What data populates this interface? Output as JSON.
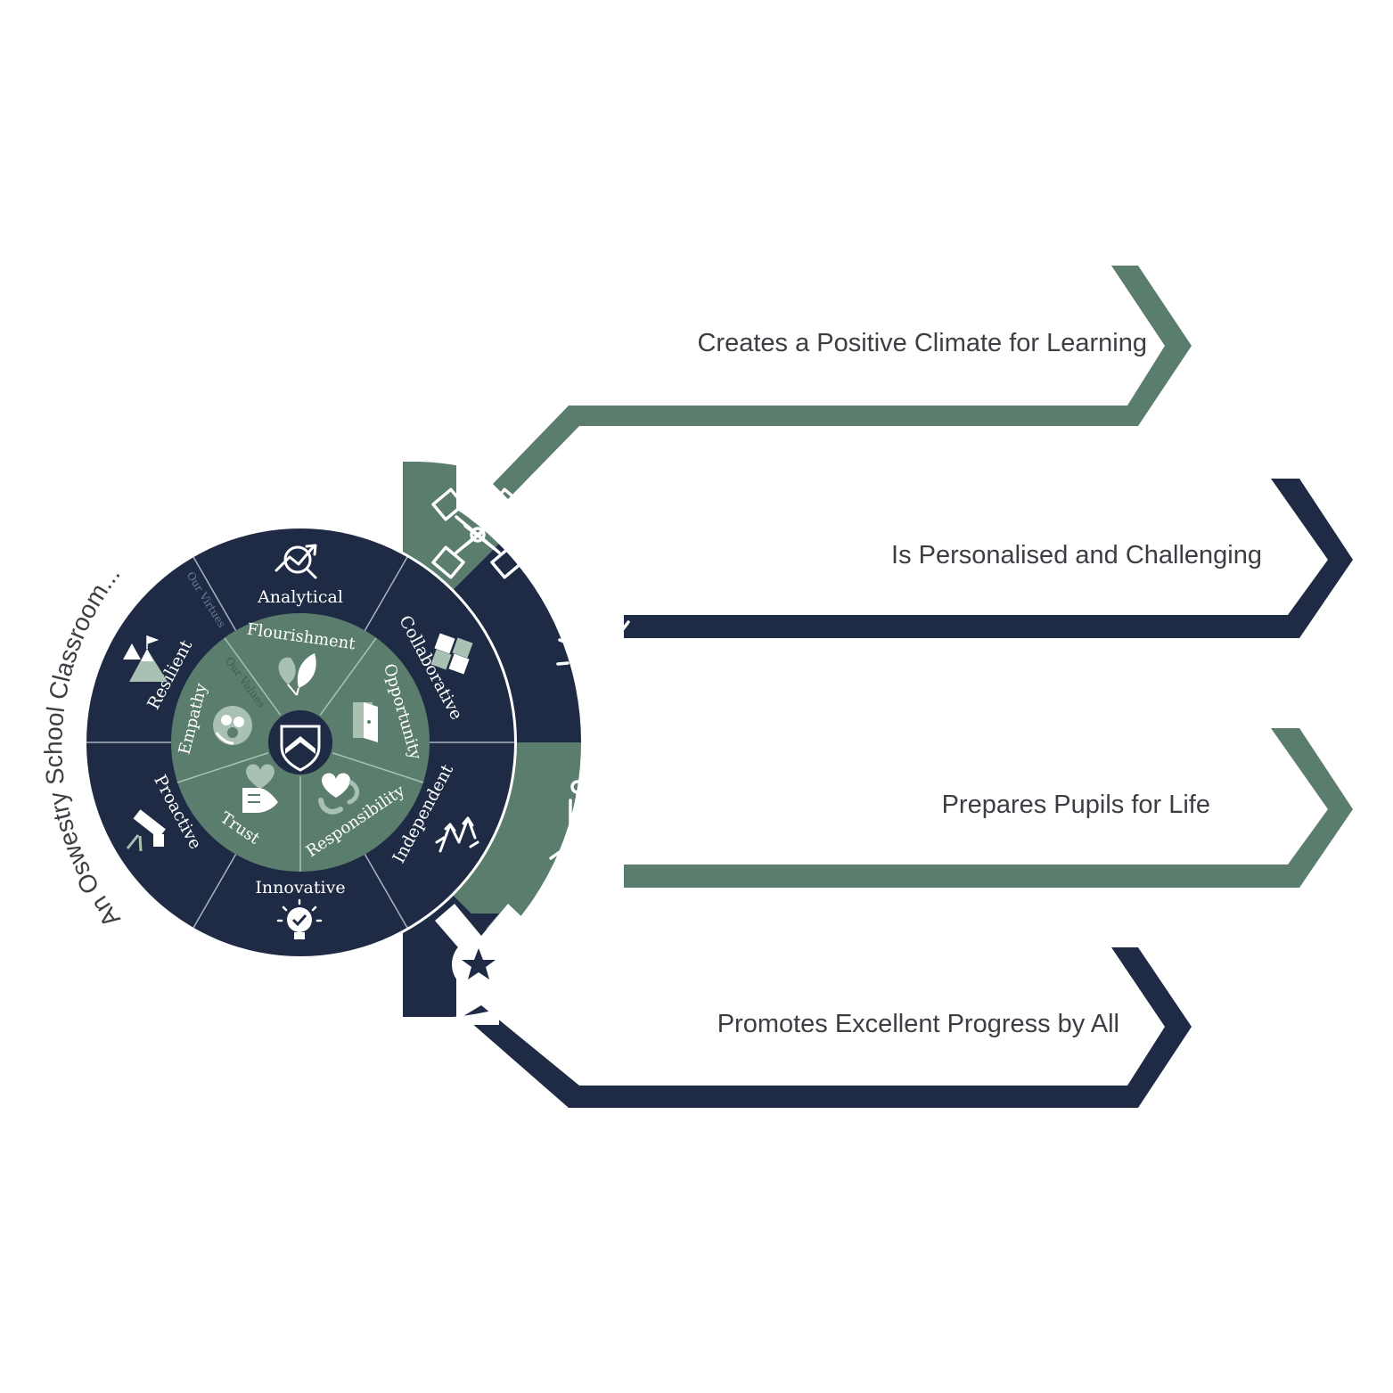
{
  "colors": {
    "navy": "#1f2a44",
    "green": "#5a7d6d",
    "light_green": "#a9c1b3",
    "text_dark": "#3b3f44",
    "white": "#ffffff"
  },
  "arc_title": "An Oswestry School Classroom...",
  "center_icon": "shield-chevron-icon",
  "rings": {
    "virtues_label": "Our Virtues",
    "values_label": "Our Values"
  },
  "virtues": [
    {
      "label": "Analytical",
      "icon": "chart-magnifier-icon"
    },
    {
      "label": "Collaborative",
      "icon": "puzzle-hands-icon"
    },
    {
      "label": "Independent",
      "icon": "arrows-up-icon"
    },
    {
      "label": "Innovative",
      "icon": "lightbulb-check-icon"
    },
    {
      "label": "Proactive",
      "icon": "telescope-icon"
    },
    {
      "label": "Resilient",
      "icon": "mountain-flag-icon"
    }
  ],
  "values": [
    {
      "label": "Flourishment",
      "icon": "leaves-icon"
    },
    {
      "label": "Opportunity",
      "icon": "door-icon"
    },
    {
      "label": "Responsibility",
      "icon": "heart-hands-icon"
    },
    {
      "label": "Trust",
      "icon": "handshake-heart-icon"
    },
    {
      "label": "Empathy",
      "icon": "people-circle-icon"
    }
  ],
  "outcomes": [
    {
      "label": "Creates a Positive Climate for Learning",
      "icon": "stacked-hands-icon",
      "color": "green"
    },
    {
      "label": "Is Personalised and Challenging",
      "icon": "brain-bulb-icon",
      "color": "navy"
    },
    {
      "label": "Prepares Pupils for Life",
      "icon": "summit-flag-icon",
      "color": "green"
    },
    {
      "label": "Promotes Excellent Progress by All",
      "icon": "medal-star-icon",
      "color": "navy"
    }
  ]
}
